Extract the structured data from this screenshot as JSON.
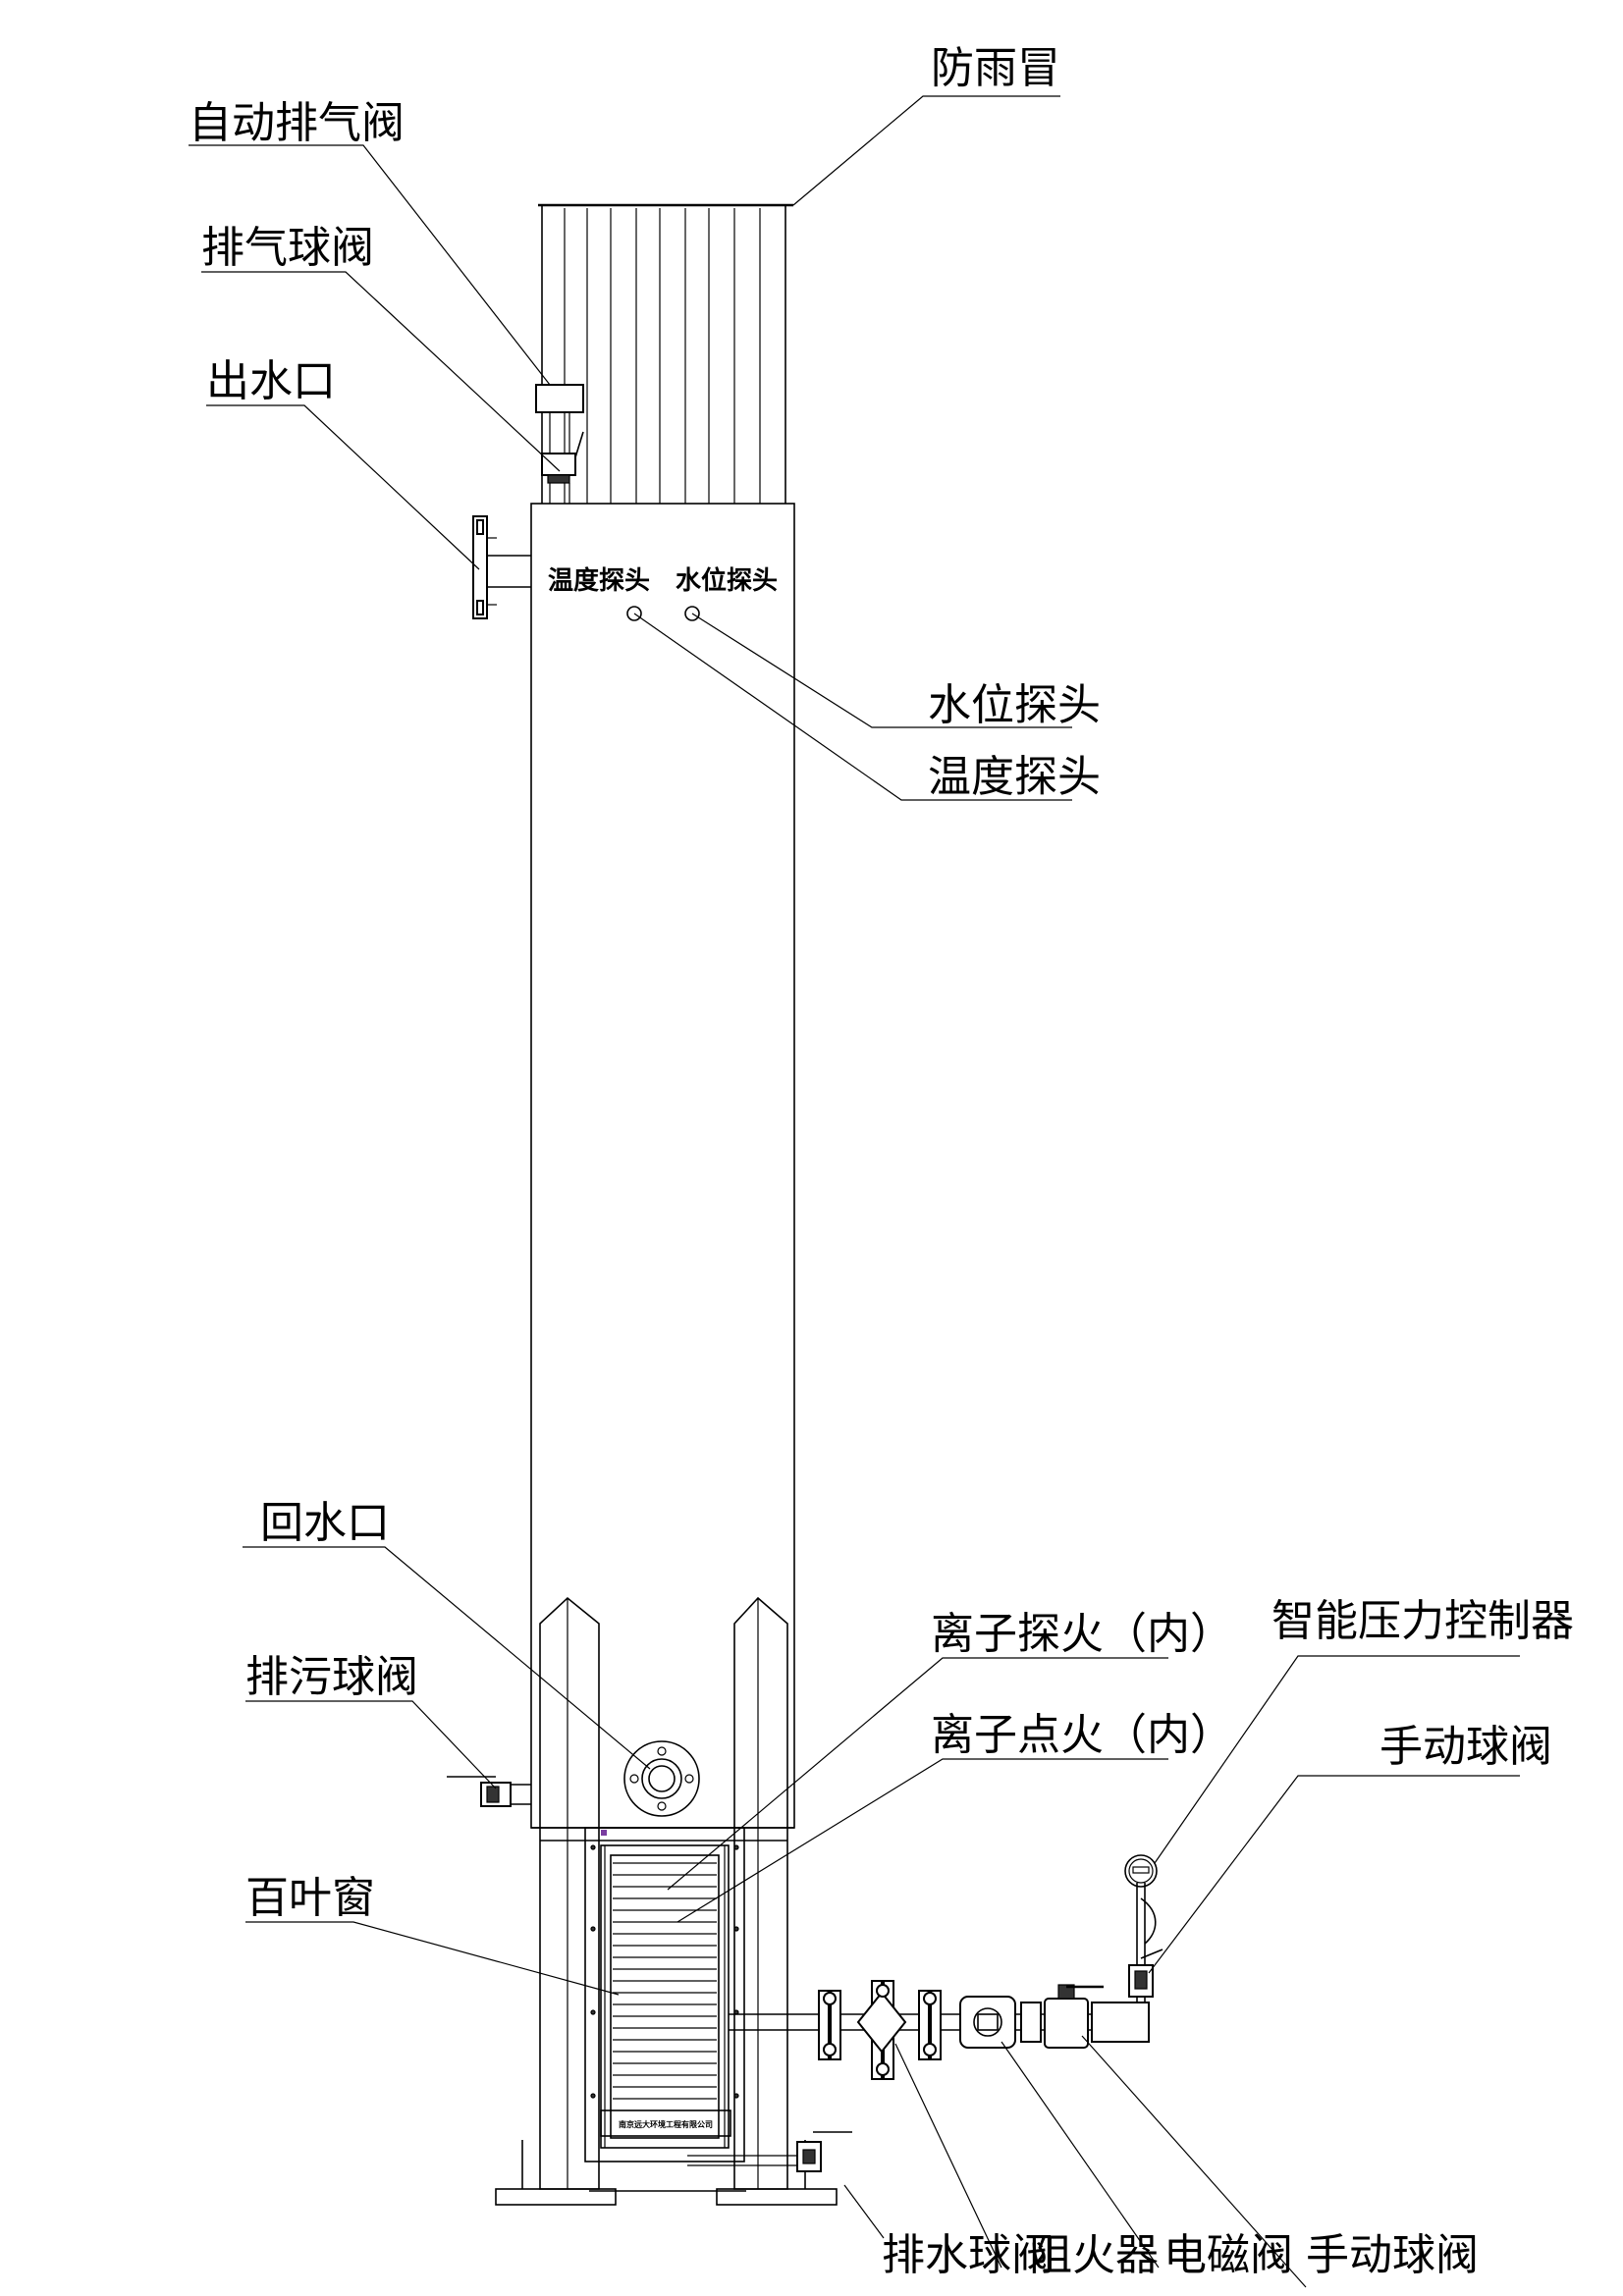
{
  "labels": {
    "rain_cap": "防雨冒",
    "auto_vent_valve": "自动排气阀",
    "vent_ball_valve": "排气球阀",
    "water_outlet": "出水口",
    "body_temp_probe": "温度探头",
    "body_level_probe": "水位探头",
    "level_probe": "水位探头",
    "temp_probe": "温度探头",
    "return_inlet": "回水口",
    "blowdown_valve": "排污球阀",
    "louver": "百叶窗",
    "ion_flame_detect": "离子探火（内）",
    "ion_ignition": "离子点火（内）",
    "smart_pressure_ctrl": "智能压力控制器",
    "manual_ball_valve_top": "手动球阀",
    "drain_ball_valve": "排水球阀",
    "flame_arrester": "阻火器",
    "solenoid_valve": "电磁阀",
    "manual_ball_valve_bottom": "手动球阀",
    "nameplate": "南京远大环境工程有限公司"
  }
}
